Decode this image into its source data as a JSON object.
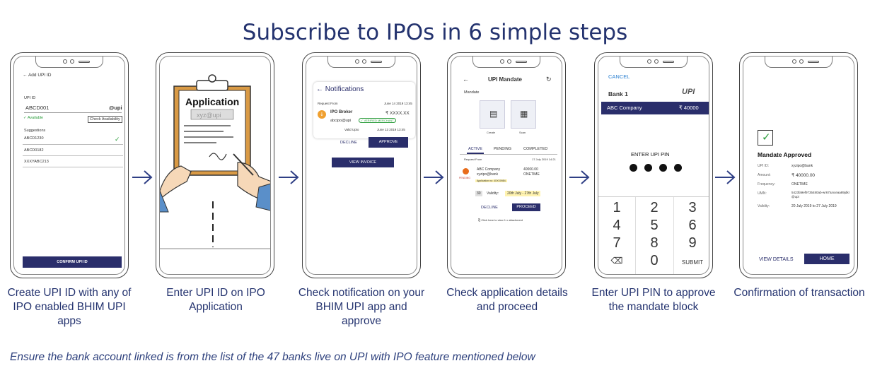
{
  "title": "Subscribe to IPOs in 6 simple steps",
  "footnote": "Ensure the bank account linked is from the list of the 47 banks live on UPI with IPO feature mentioned below",
  "captions": [
    "Create UPI ID with any of IPO enabled BHIM UPI apps",
    "Enter UPI ID on IPO Application",
    "Check notification on your BHIM UPI app and approve",
    "Check application details and proceed",
    "Enter UPI PIN to approve the mandate block",
    "Confirmation of transaction"
  ],
  "colors": {
    "navy": "#2a2e6b",
    "title": "#24336f",
    "arrow": "#2f3f85",
    "green": "#2e9e3e",
    "orange": "#f0a030"
  },
  "step1": {
    "back_label": "← Add UPI ID",
    "upi_label": "UPI ID",
    "upi_value": "ABCD001",
    "upi_suffix": "@upi",
    "available": "Available",
    "check_button": "Check Availability",
    "suggestions_label": "Suggestions",
    "suggestions": [
      "ABCD1230",
      "ABCD0182",
      "XXXYABC213"
    ],
    "confirm_button": "CONFIRM UPI ID"
  },
  "step2": {
    "heading": "Application",
    "upi_text": "xyz@upi"
  },
  "step3": {
    "heading": "Notifications",
    "request_from": "Request From",
    "date": "June 14 2019 13:45",
    "broker": "IPO Broker",
    "amount": "₹ XXXX.XX",
    "handle": "abcipo@upi",
    "verified": "VERIFIED MERCHANT",
    "valid_label": "Valid Upto",
    "valid_date": "June 13 2019 13:45",
    "decline": "DECLINE",
    "approve": "APPROVE",
    "view_invoice": "VIEW INVOICE"
  },
  "step4": {
    "heading": "UPI Mandate",
    "mandate_label": "Mandate",
    "create": "Create",
    "scan": "Scan",
    "tabs": [
      "ACTIVE",
      "PENDING",
      "COMPLETED"
    ],
    "request_from": "Request From",
    "request_date": "17 July 2019 14:21",
    "company": "ABC Company",
    "amount": "40000.00",
    "handle": "xyzipo@bank",
    "frequency": "ONETIME",
    "pending": "PENDING",
    "app_no": "Application no: 4XXX0984",
    "validity_days": "30",
    "validity_label": "Validity:",
    "validity_range": "20th July - 27th July",
    "decline": "DECLINE",
    "proceed": "PROCEED",
    "attachment": "Click here to view 1 x attachment"
  },
  "step5": {
    "cancel": "CANCEL",
    "bank": "Bank 1",
    "logo": "UPI",
    "company": "ABC Company",
    "amount": "₹ 40000",
    "enter_pin": "ENTER UPI PIN",
    "keys": [
      "1",
      "2",
      "3",
      "4",
      "5",
      "6",
      "7",
      "8",
      "9",
      "⌫",
      "0",
      "SUBMIT"
    ]
  },
  "step6": {
    "heading": "Mandate Approved",
    "rows": [
      {
        "label": "UPI ID:",
        "value": "xyzipo@bank"
      },
      {
        "label": "Amount:",
        "value": "₹ 40000.00"
      },
      {
        "label": "Frequency:",
        "value": "ONETIME"
      },
      {
        "label": "UMN:",
        "value": "5423fa9ef9735480ab-wr67tunceaa89jdkr@upi"
      },
      {
        "label": "Validity:",
        "value": "20 July 2019 to 27 July 2019"
      }
    ],
    "view_details": "VIEW DETAILS",
    "home": "HOME"
  }
}
